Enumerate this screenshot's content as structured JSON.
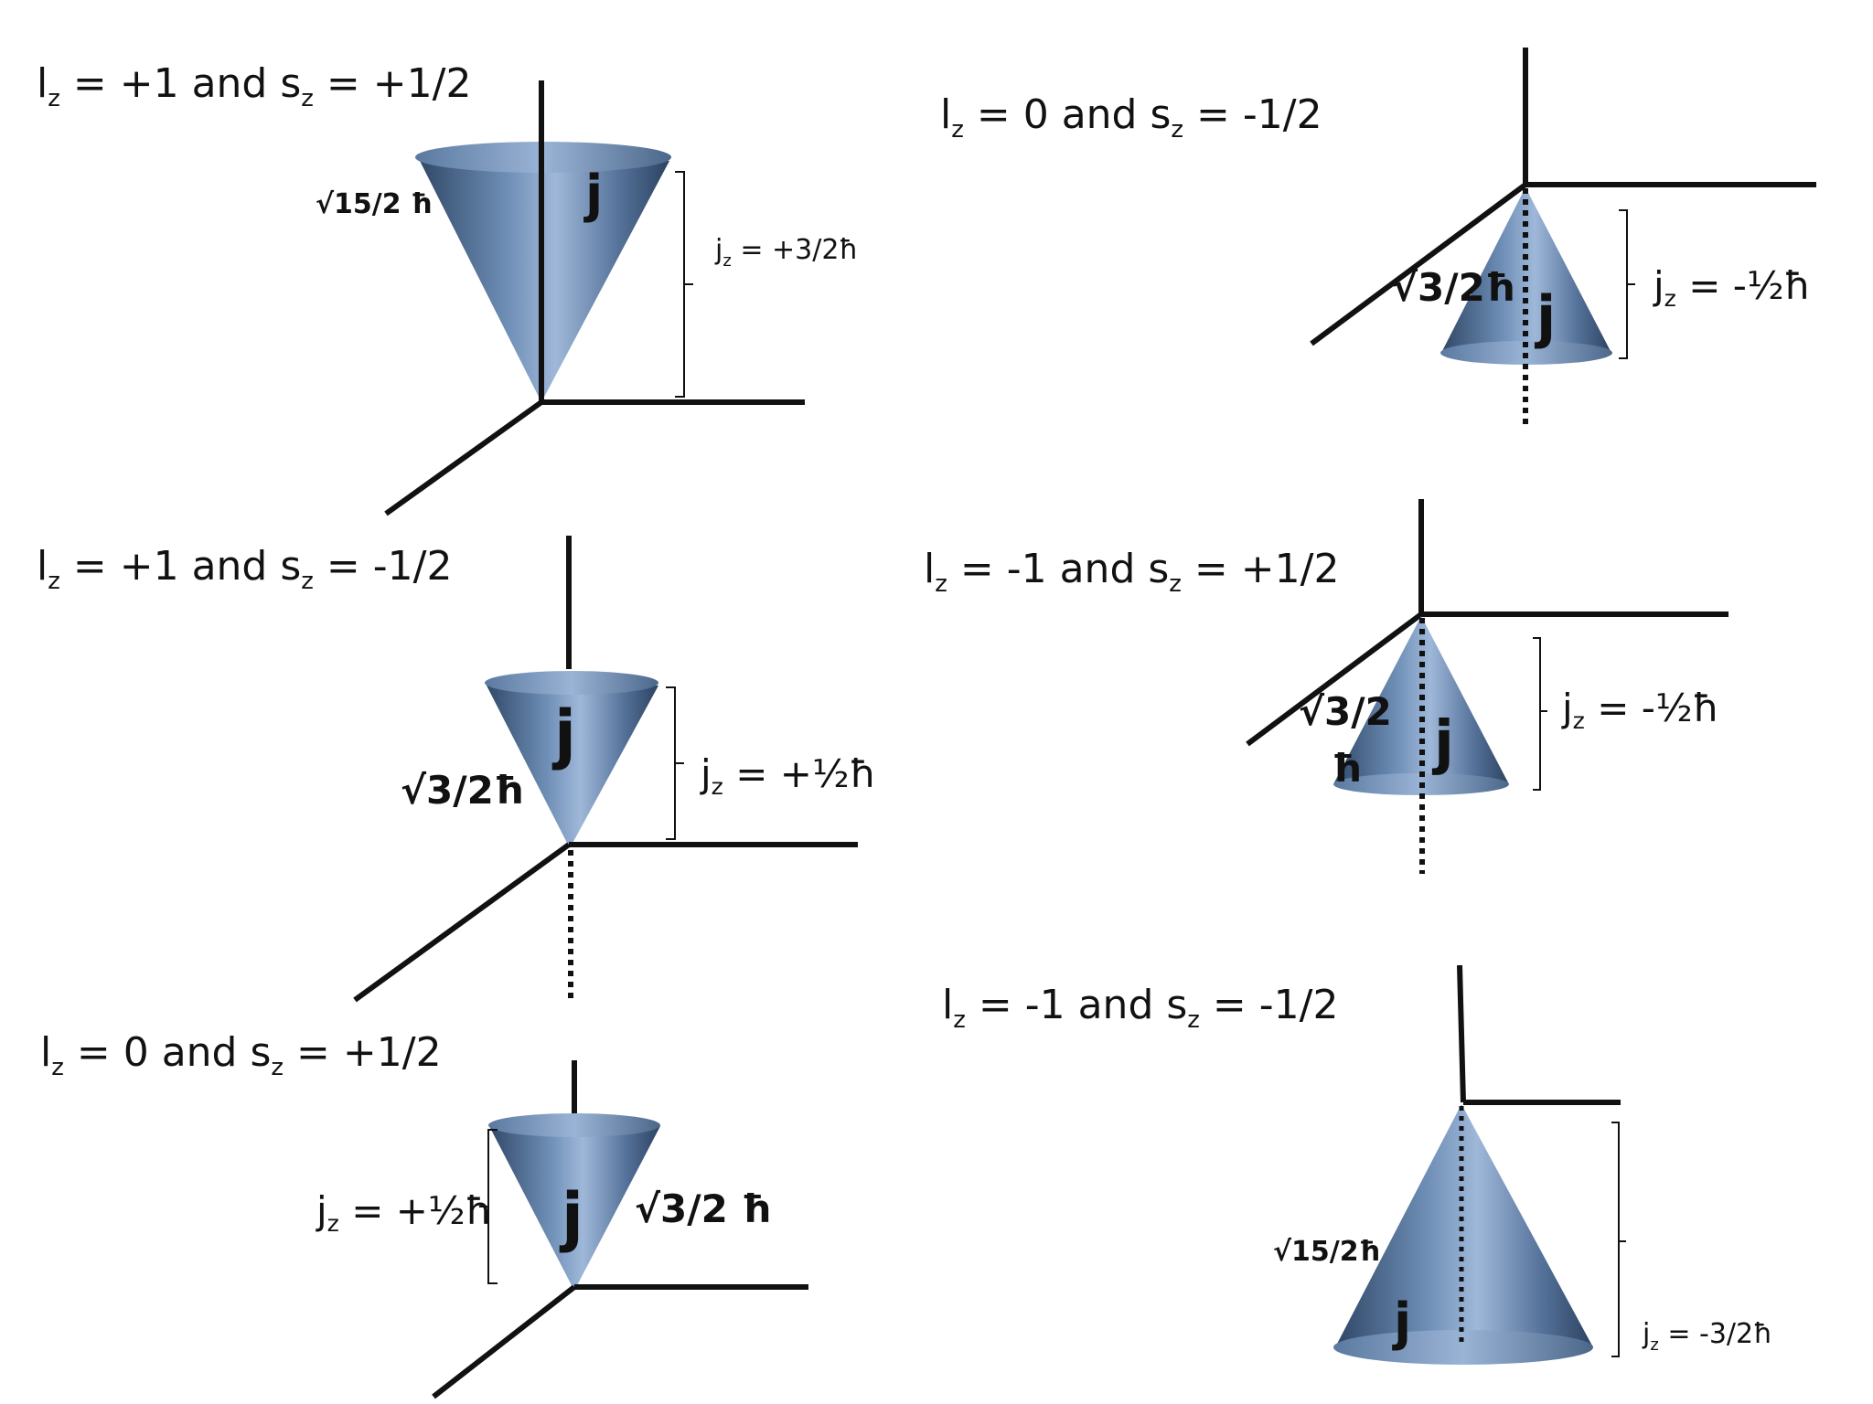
{
  "panels": [
    {
      "id": "p1",
      "lz": "l",
      "lz_sub": "z",
      "title_mid": " = +1 and s",
      "sz_sub": "z",
      "title_end": " = +1/2",
      "magnitude": "√15/2 ħ",
      "vector": "j",
      "jz_pre": "j",
      "jz_sub": "z",
      "jz_val": " = +3/2ħ"
    },
    {
      "id": "p2",
      "lz": "l",
      "lz_sub": "z",
      "title_mid": " = 0 and s",
      "sz_sub": "z",
      "title_end": " = -1/2",
      "magnitude": "√3/2ħ",
      "vector": "j",
      "jz_pre": "j",
      "jz_sub": "z",
      "jz_val": " = -½ħ"
    },
    {
      "id": "p3",
      "lz": "l",
      "lz_sub": "z",
      "title_mid": " = +1 and s",
      "sz_sub": "z",
      "title_end": " = -1/2",
      "magnitude": "√3/2ħ",
      "vector": "j",
      "jz_pre": "j",
      "jz_sub": "z",
      "jz_val": " = +½ħ"
    },
    {
      "id": "p4",
      "lz": "l",
      "lz_sub": "z",
      "title_mid": " = -1 and s",
      "sz_sub": "z",
      "title_end": " = +1/2",
      "magnitude_l1": "√3/2",
      "magnitude_l2": "ħ",
      "vector": "j",
      "jz_pre": "j",
      "jz_sub": "z",
      "jz_val": " = -½ħ"
    },
    {
      "id": "p5",
      "lz": "l",
      "lz_sub": "z",
      "title_mid": " = 0 and s",
      "sz_sub": "z",
      "title_end": " = +1/2",
      "magnitude": "√3/2 ħ",
      "vector": "j",
      "jz_pre": "j",
      "jz_sub": "z",
      "jz_val": " = +½ħ"
    },
    {
      "id": "p6",
      "lz": "l",
      "lz_sub": "z",
      "title_mid": " = -1 and s",
      "sz_sub": "z",
      "title_end": " = -1/2",
      "magnitude": "√15/2ħ",
      "vector": "j",
      "jz_pre": "j",
      "jz_sub": "z",
      "jz_val": " = -3/2ħ"
    }
  ],
  "colors": {
    "cone_dark": "#3d5677",
    "cone_mid": "#7f9fc6",
    "cone_light": "#a9c0de",
    "axis": "#111111"
  }
}
